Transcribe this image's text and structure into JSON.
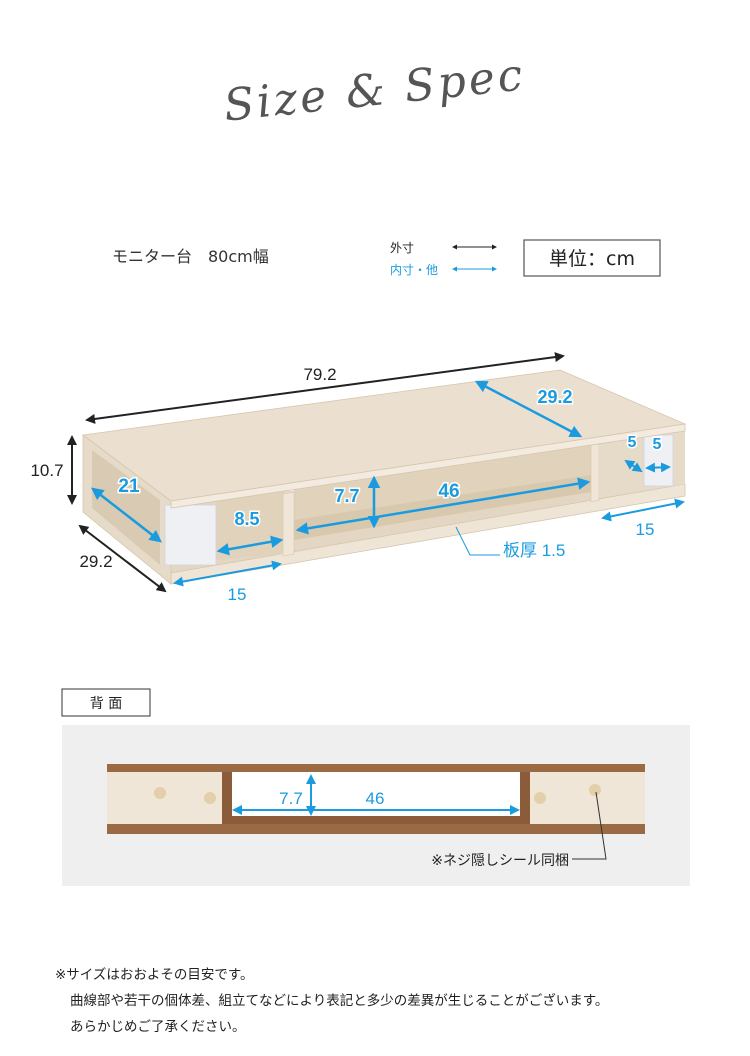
{
  "title": "Size & Spec",
  "header": {
    "product": "モニター台　80cm幅",
    "legend_outer": "外寸",
    "legend_inner": "内寸・他",
    "unit": "単位：cm"
  },
  "colors": {
    "outer_arrow": "#222222",
    "inner_arrow": "#1a9be0",
    "wood": "#eadfcf",
    "wood_edge": "#d6c6ad",
    "back_brown": "#9a6a45",
    "back_bg": "#efefef"
  },
  "dimensions": {
    "width": "79.2",
    "height": "10.7",
    "depth": "29.2",
    "top_depth": "29.2",
    "side_depth": "21",
    "side_inner_width": "8.5",
    "center_height": "7.7",
    "center_width": "46",
    "leg_depth": "5",
    "leg_width": "5",
    "right_width": "15",
    "left_width": "15",
    "board_thickness": "板厚 1.5"
  },
  "back": {
    "label": "背 面",
    "height": "7.7",
    "width": "46",
    "note": "※ネジ隠しシール同梱"
  },
  "notes": [
    "※サイズはおおよその目安です。",
    "曲線部や若干の個体差、組立てなどにより表記と多少の差異が生じることがございます。",
    "あらかじめご了承ください。"
  ]
}
